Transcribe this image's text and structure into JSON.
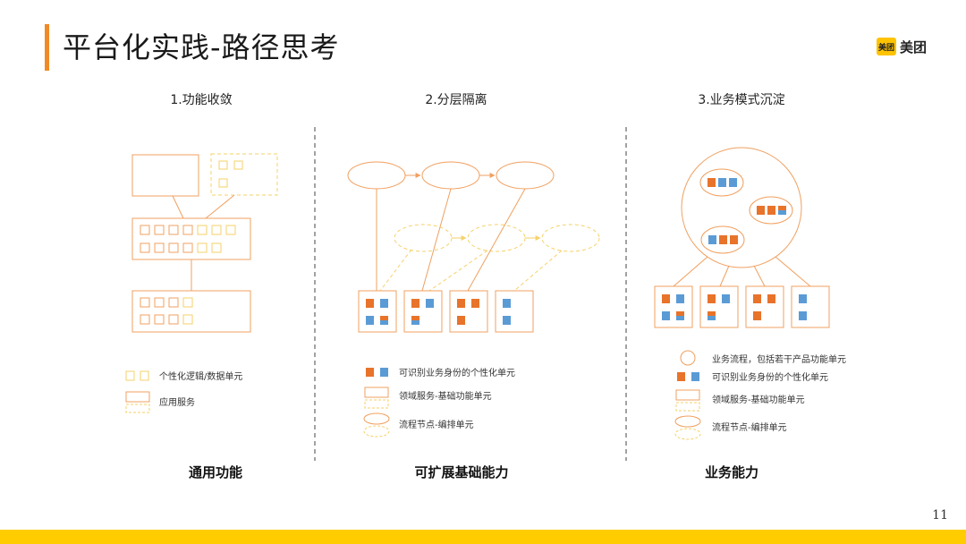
{
  "slide": {
    "title": "平台化实践-路径思考",
    "logo_badge": "美团",
    "logo_text": "美团",
    "page_number": "11"
  },
  "colors": {
    "accent": "#f08a24",
    "box_orange": "#f0a060",
    "fill_orange": "#e8732a",
    "fill_blue": "#5b9bd5",
    "dashed_yellow": "#f5d26a",
    "footer": "#ffcc00"
  },
  "columns": [
    {
      "heading": "1.功能收敛",
      "footer_label": "通用功能",
      "legend": [
        {
          "kind": "dashed-squares",
          "label": "个性化逻辑/数据单元"
        },
        {
          "kind": "stacked-rects",
          "label": "应用服务"
        }
      ]
    },
    {
      "heading": "2.分层隔离",
      "footer_label": "可扩展基础能力",
      "legend": [
        {
          "kind": "colored-squares",
          "label": "可识别业务身份的个性化单元"
        },
        {
          "kind": "stacked-rects",
          "label": "领域服务-基础功能单元"
        },
        {
          "kind": "stacked-ellipses",
          "label": "流程节点-编排单元"
        }
      ]
    },
    {
      "heading": "3.业务模式沉淀",
      "footer_label": "业务能力",
      "legend": [
        {
          "kind": "circle",
          "label": "业务流程，包括若干产品功能单元"
        },
        {
          "kind": "colored-squares",
          "label": "可识别业务身份的个性化单元"
        },
        {
          "kind": "stacked-rects",
          "label": "领域服务-基础功能单元"
        },
        {
          "kind": "stacked-ellipses",
          "label": "流程节点-编排单元"
        }
      ]
    }
  ]
}
